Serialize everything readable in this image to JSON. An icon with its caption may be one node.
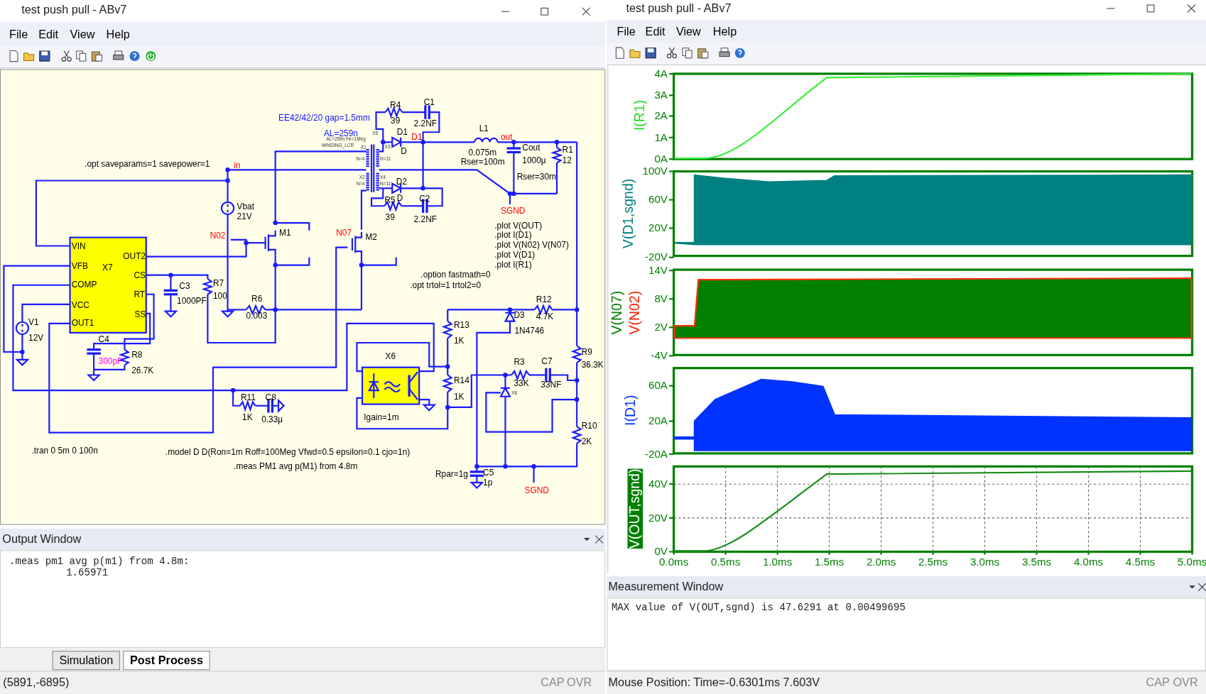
{
  "diagram": {
    "labels": [
      "test push pull - ABv7",
      "File",
      "Edit",
      "View",
      "Help",
      "R4",
      "C1",
      "EE42/42/20 gap=1.5mm",
      "39",
      "2.2NF",
      "AL=259n",
      "AL=259n Fe=1Meg",
      "X5",
      "D1",
      "D1",
      "L1",
      "out",
      "WINDING_LCR",
      "X1",
      "X3",
      "D",
      "0.075m",
      "Cout",
      "R1",
      ".opt saveparams=1 savepower=1",
      "in",
      "N=4",
      "N=11",
      "Rser=100m",
      "1000µ",
      "12",
      "X2",
      "X4",
      "D2",
      "Rser=30m",
      "N=4",
      "N=11",
      "R5",
      "D",
      "C2",
      "Vbat",
      "SGND",
      "21V",
      "39",
      "2.2NF",
      ".plot V(OUT)",
      "N02",
      "M1",
      "N07",
      "M2",
      ".plot  I(D1)",
      "VIN",
      ".plot V(N02) V(N07)",
      "OUT2",
      ".plot V(D1)",
      "VFB",
      "X7",
      ".plot I(R1)",
      "CS",
      ".option fastmath=0",
      "COMP",
      "C3",
      "R7",
      ".opt trtol=1 trtol2=0",
      "RT",
      "1000PF",
      "100",
      "R6",
      "R12",
      "VCC",
      "SS",
      "0.003",
      "D3",
      "4.7K",
      "V1",
      "OUT1",
      "R13",
      "1N4746",
      "12V",
      "C4",
      "1K",
      "R8",
      "X6",
      "R9",
      "300pF",
      "R3",
      "C7",
      "36.3K",
      "26.7K",
      "R14",
      "33K",
      "33NF",
      "R11",
      "C8",
      "1K",
      "X8",
      "1K",
      "0.33µ",
      "Igain=1m",
      "R10",
      "2K",
      ".tran  0 5m 0 100n",
      ".model D D(Ron=1m Roff=100Meg Vfwd=0.5  epsilon=0.1 cjo=1n)",
      ".meas PM1 avg p(M1) from 4.8m",
      "Rpar=1g",
      "C5",
      "1p",
      "SGND",
      "Output Window",
      ".meas pm1 avg p(m1) from 4.8m:",
      "1.65971",
      "Simulation",
      "Post Process",
      "(5891,-6895)",
      "CAP",
      "OVR",
      "test push pull - ABv7",
      "File",
      "Edit",
      "View",
      "Help",
      "I(R1)",
      "4A",
      "3A",
      "2A",
      "1A",
      "0A",
      "V(D1,sgnd)",
      "100V",
      "60V",
      "20V",
      "-20V",
      "V(N07)",
      "V(N02)",
      "14V",
      "8V",
      "2V",
      "-4V",
      "I(D1)",
      "60A",
      "20A",
      "-20A",
      "V(OUT,sgnd)",
      "40V",
      "20V",
      "0V",
      "0.0ms",
      "0.5ms",
      "1.0ms",
      "1.5ms",
      "2.0ms",
      "2.5ms",
      "3.0ms",
      "3.5ms",
      "4.0ms",
      "4.5ms",
      "5.0ms",
      "Measurement Window",
      "MAX value of V(OUT,sgnd) is 47.6291 at 0.00499695",
      "Mouse Position: Time=-0.6301ms  7.603V",
      "CAP",
      "OVR"
    ]
  }
}
